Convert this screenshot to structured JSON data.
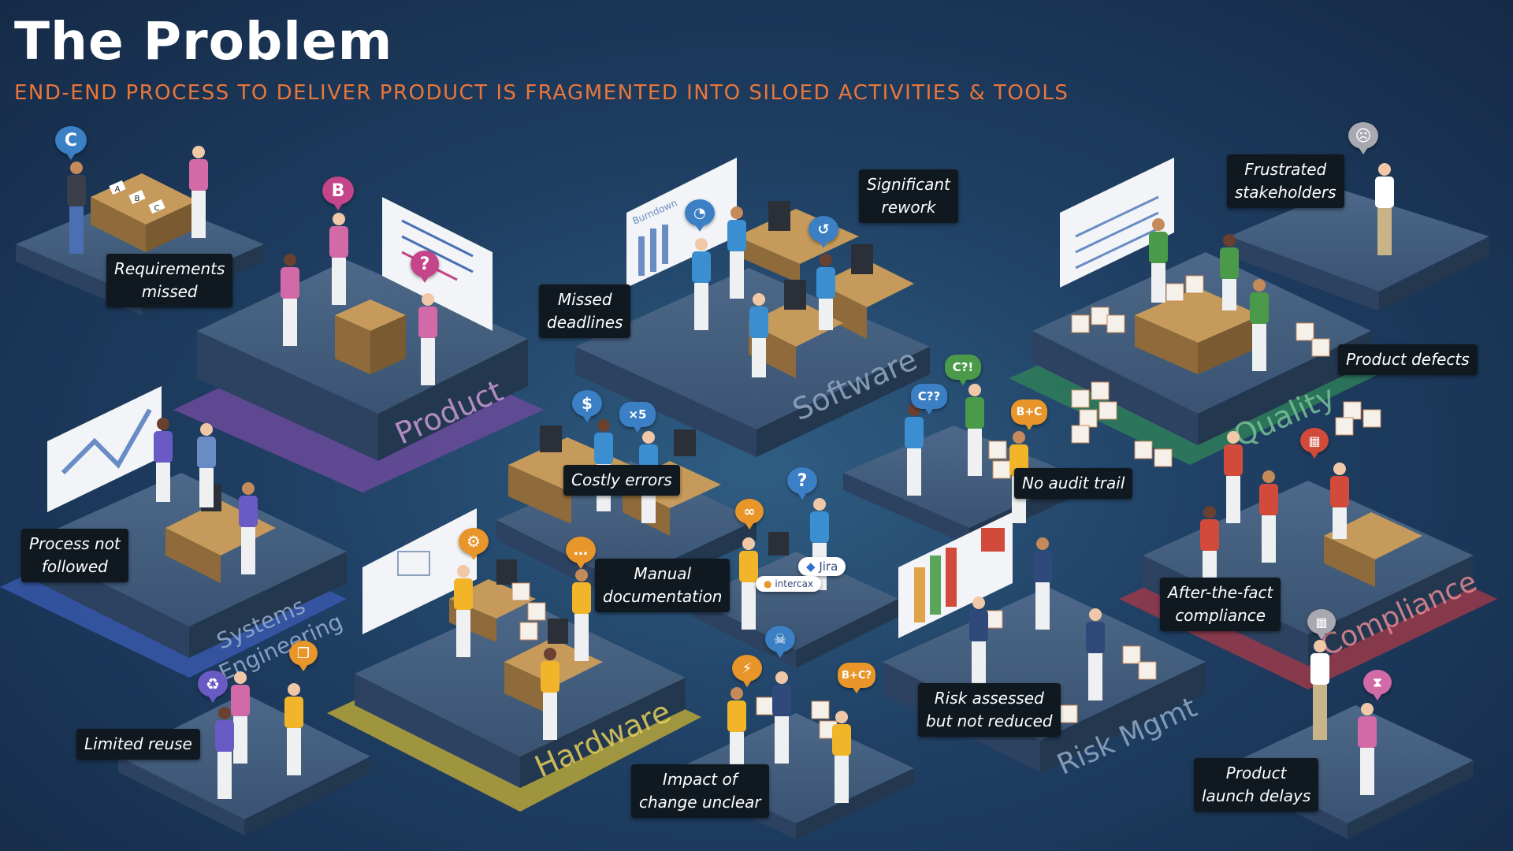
{
  "header": {
    "title": "The Problem",
    "subtitle": "END-END PROCESS TO DELIVER PRODUCT IS FRAGMENTED INTO SILOED ACTIVITIES & TOOLS"
  },
  "platforms": {
    "product": "Product",
    "software": "Software",
    "quality": "Quality",
    "systems_engineering_line1": "Systems",
    "systems_engineering_line2": "Engineering",
    "hardware": "Hardware",
    "risk_mgmt": "Risk Mgmt",
    "compliance": "Compliance"
  },
  "callouts": {
    "requirements_missed": "Requirements\nmissed",
    "significant_rework": "Significant\nrework",
    "frustrated_stakeholders": "Frustrated\nstakeholders",
    "missed_deadlines": "Missed\ndeadlines",
    "product_defects": "Product defects",
    "costly_errors": "Costly errors",
    "no_audit_trail": "No audit trail",
    "process_not_followed": "Process not\nfollowed",
    "manual_documentation": "Manual\ndocumentation",
    "after_the_fact_compliance": "After-the-fact\ncompliance",
    "risk_assessed_not_reduced": "Risk assessed\nbut not reduced",
    "limited_reuse": "Limited reuse",
    "impact_of_change_unclear": "Impact of\nchange unclear",
    "product_launch_delays": "Product\nlaunch delays"
  },
  "badges": {
    "c": "C",
    "b": "B",
    "question": "?",
    "dollar": "$",
    "times5": "×5",
    "c_exclaim": "C?!",
    "c_question": "C??",
    "b_plus_c": "B+C",
    "b_plus_c_question": "B+C?"
  },
  "tools": {
    "jira": "Jira",
    "intercax": "intercax"
  },
  "board": {
    "burndown": "Burndown"
  },
  "desk_letters": [
    "A",
    "B",
    "C"
  ],
  "colors": {
    "background": "#1f3f63",
    "platform_top": "#3f5a78",
    "title": "#ffffff",
    "subtitle": "#e9763a",
    "callout_bg": "#101820",
    "product_accent": "#6a4a9a",
    "quality_accent": "#2f7d5a",
    "compliance_accent": "#9a3a4a",
    "hardware_accent": "#b7a53a",
    "systems_accent": "#3a5ab0",
    "badge_blue": "#3b7fc4",
    "badge_pink": "#c4458a",
    "badge_orange": "#e8952a",
    "badge_red": "#d24a3a"
  }
}
